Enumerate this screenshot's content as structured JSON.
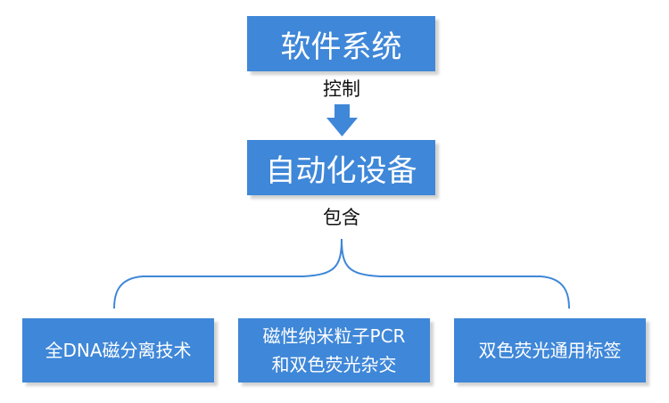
{
  "nodes": {
    "software": "软件系统",
    "device": "自动化设备",
    "leaves": [
      {
        "lines": [
          "全DNA磁分离技术"
        ]
      },
      {
        "lines": [
          "磁性纳米粒子PCR",
          "和双色荧光杂交"
        ]
      },
      {
        "lines": [
          "双色荧光通用标签"
        ]
      }
    ]
  },
  "edges": {
    "control_label": "控制",
    "include_label": "包含"
  },
  "colors": {
    "box_fill": "#3f87d8",
    "box_text": "#ffffff",
    "arrow": "#3f87d8",
    "brace": "#3f87d8"
  }
}
